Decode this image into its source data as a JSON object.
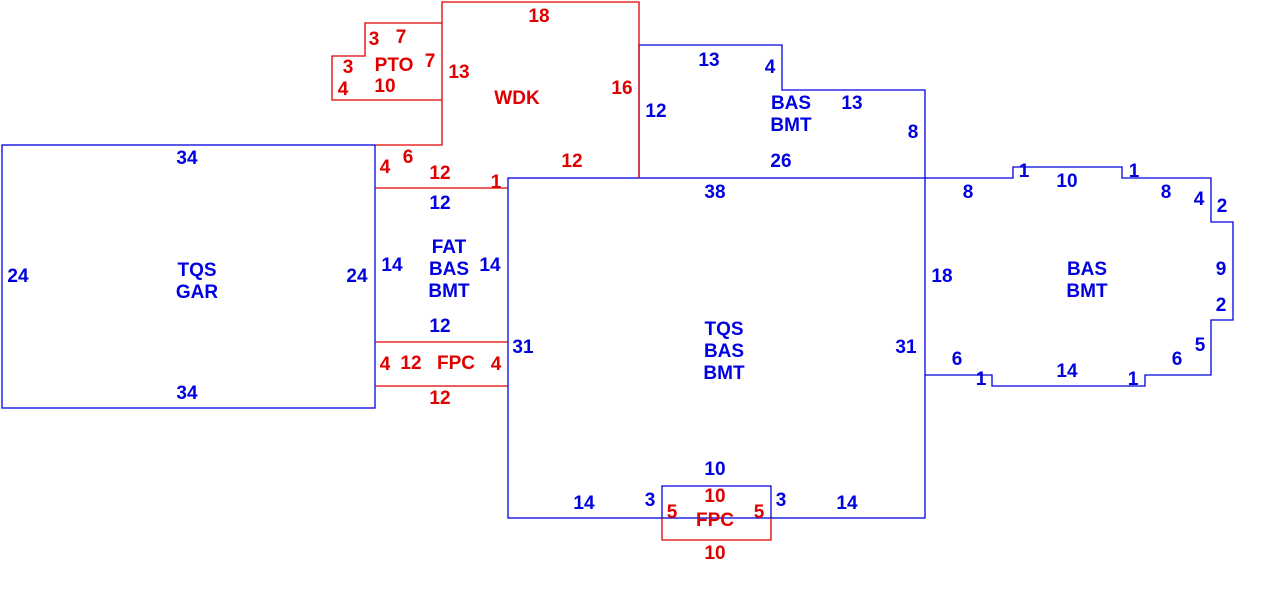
{
  "colors": {
    "blue": "#0000e0",
    "red": "#e00000"
  },
  "areas": {
    "garage": [
      "TQS",
      "GAR"
    ],
    "fat": [
      "FAT",
      "BAS",
      "BMT"
    ],
    "main": [
      "TQS",
      "BAS",
      "BMT"
    ],
    "upper_bas": [
      "BAS",
      "BMT"
    ],
    "right_bas": [
      "BAS",
      "BMT"
    ],
    "wdk": "WDK",
    "pto": "PTO",
    "fpc_left": "FPC",
    "fpc_bottom": "FPC"
  },
  "dims": {
    "garage": [
      "34",
      "24",
      "24",
      "34"
    ],
    "fat": [
      "12",
      "14",
      "14",
      "12"
    ],
    "main": [
      "38",
      "18",
      "31",
      "31",
      "14",
      "3",
      "10",
      "3",
      "14"
    ],
    "upper_bas": [
      "13",
      "4",
      "13",
      "12",
      "8",
      "26"
    ],
    "right_bas": [
      "8",
      "1",
      "10",
      "1",
      "8",
      "4",
      "2",
      "9",
      "2",
      "5",
      "6",
      "1",
      "14",
      "1",
      "6"
    ],
    "wdk": [
      "18",
      "13",
      "16",
      "4",
      "6",
      "12",
      "1",
      "12"
    ],
    "pto": [
      "3",
      "7",
      "7",
      "3",
      "4",
      "10"
    ],
    "fpc_left": [
      "4",
      "12",
      "4",
      "12"
    ],
    "fpc_bottom": [
      "5",
      "10",
      "5",
      "10"
    ]
  }
}
